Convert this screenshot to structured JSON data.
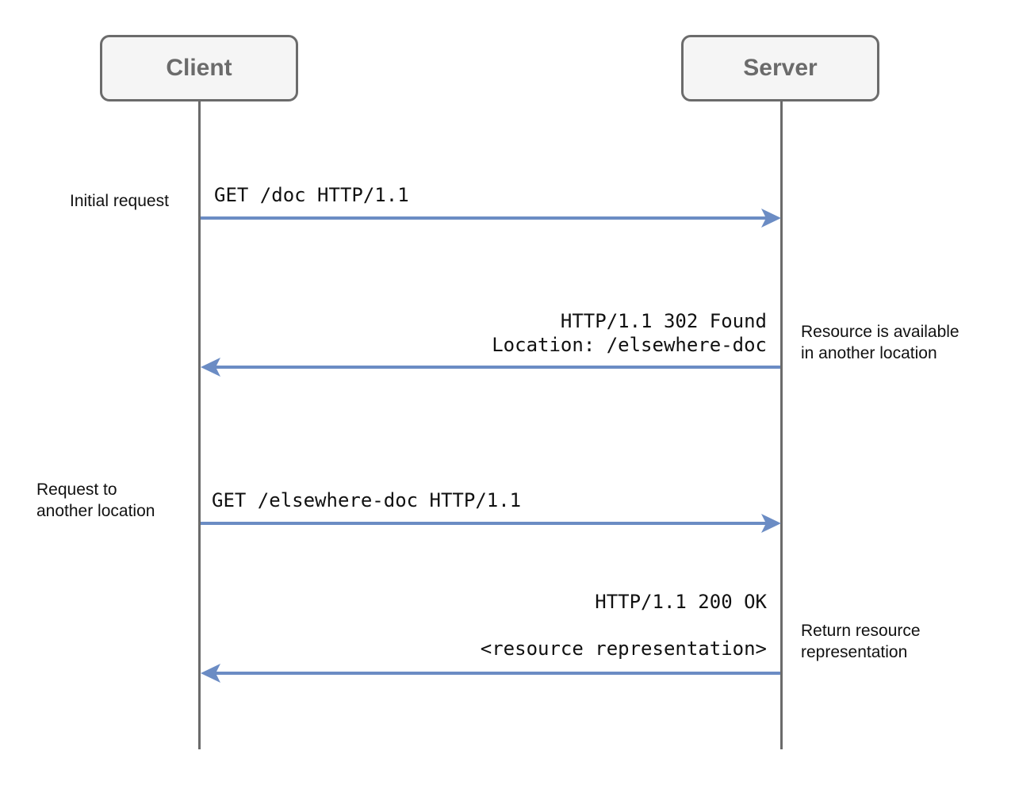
{
  "actors": {
    "client": "Client",
    "server": "Server"
  },
  "messages": [
    {
      "direction": "client-to-server",
      "lines": [
        "GET /doc HTTP/1.1"
      ]
    },
    {
      "direction": "server-to-client",
      "lines": [
        "HTTP/1.1 302 Found",
        "Location: /elsewhere-doc"
      ]
    },
    {
      "direction": "client-to-server",
      "lines": [
        "GET /elsewhere-doc HTTP/1.1"
      ]
    },
    {
      "direction": "server-to-client",
      "lines": [
        "HTTP/1.1 200 OK",
        "<resource representation>"
      ]
    }
  ],
  "notes": {
    "initial_request": "Initial request",
    "resource_available": [
      "Resource is available",
      "in another location"
    ],
    "request_another": [
      "Request to",
      "another location"
    ],
    "return_resource": [
      "Return resource",
      "representation"
    ]
  },
  "colors": {
    "arrow": "#6b8cc4",
    "lifeline": "#6b6b6b",
    "actor_fill": "#f5f5f5",
    "actor_text": "#6b6b6b"
  }
}
